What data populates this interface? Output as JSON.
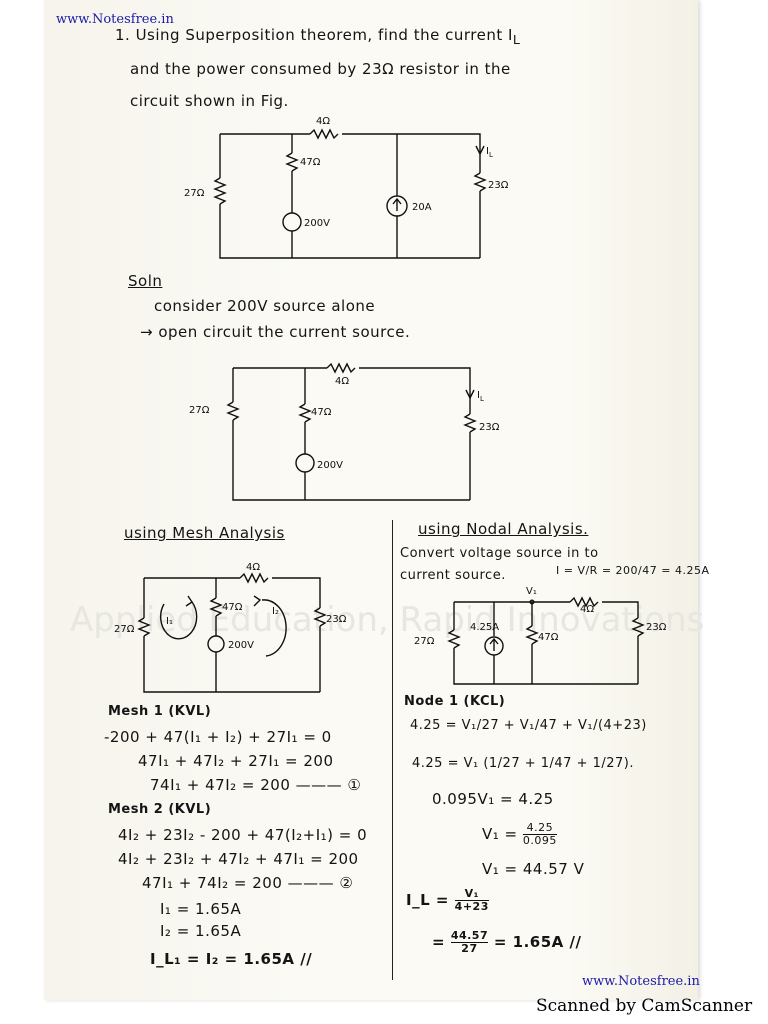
{
  "watermarks": {
    "top": "www.Notesfree.in",
    "bottom": "www.Notesfree.in",
    "scanner": "Scanned by CamScanner"
  },
  "background_text": "Applied Education, Rapid Innovations",
  "question": {
    "line1": "1. Using Superposition theorem, find the current I",
    "line1_sub": "L",
    "line2": "and the power consumed by 23Ω resistor in the",
    "line3": "circuit shown in Fig."
  },
  "circuit1": {
    "r4": "4Ω",
    "r47": "47Ω",
    "r27": "27Ω",
    "r23": "23Ω",
    "v": "200V",
    "i": "20A",
    "il": "I",
    "il_sub": "L"
  },
  "solution": {
    "heading": "Soln",
    "step1": "consider 200V source alone",
    "step2": "→ open circuit the current source."
  },
  "circuit2": {
    "r4": "4Ω",
    "r47": "47Ω",
    "r27": "27Ω",
    "r23": "23Ω",
    "v": "200V",
    "il": "I",
    "il_sub": "L"
  },
  "mesh": {
    "heading": "using Mesh Analysis",
    "circuit": {
      "r4": "4Ω",
      "r47": "47Ω",
      "r27": "27Ω",
      "r23": "23Ω",
      "v": "200V",
      "i1": "I₁",
      "i2": "I₂"
    },
    "mesh1_title": "Mesh 1 (KVL)",
    "m1_l1": "-200 + 47(I₁ + I₂) + 27I₁ = 0",
    "m1_l2": "47I₁ + 47I₂ + 27I₁ = 200",
    "m1_l3": "74I₁ + 47I₂ = 200 ——— ①",
    "mesh2_title": "Mesh 2 (KVL)",
    "m2_l1": "4I₂ + 23I₂ - 200 + 47(I₂+I₁) = 0",
    "m2_l2": "4I₂ + 23I₂ + 47I₂ + 47I₁ = 200",
    "m2_l3": "47I₁ + 74I₂ = 200 ——— ②",
    "res1": "I₁ = 1.65A",
    "res2": "I₂ = 1.65A",
    "res3": "I_L₁ = I₂ = 1.65A //"
  },
  "nodal": {
    "heading": "using Nodal Analysis.",
    "conv1": "Convert voltage source in to",
    "conv2": "current source.",
    "conv_eq": "I = V/R = 200/47 = 4.25A",
    "circuit": {
      "v1": "V₁",
      "r4": "4Ω",
      "r23": "23Ω",
      "r27": "27Ω",
      "i": "4.25A",
      "r47": "47Ω"
    },
    "node_title": "Node 1 (KCL)",
    "eq1": "4.25 = V₁/27 + V₁/47 + V₁/(4+23)",
    "eq2": "4.25 = V₁ (1/27 + 1/47 + 1/27).",
    "eq3": "0.095V₁ = 4.25",
    "eq4_l": "V₁ =",
    "eq4_n": "4.25",
    "eq4_d": "0.095",
    "eq5": "V₁ = 44.57 V",
    "il_l": "I_L =",
    "il_n": "V₁",
    "il_d": "4+23",
    "il2_l": "=",
    "il2_n": "44.57",
    "il2_d": "27",
    "il2_r": "= 1.65A //"
  }
}
